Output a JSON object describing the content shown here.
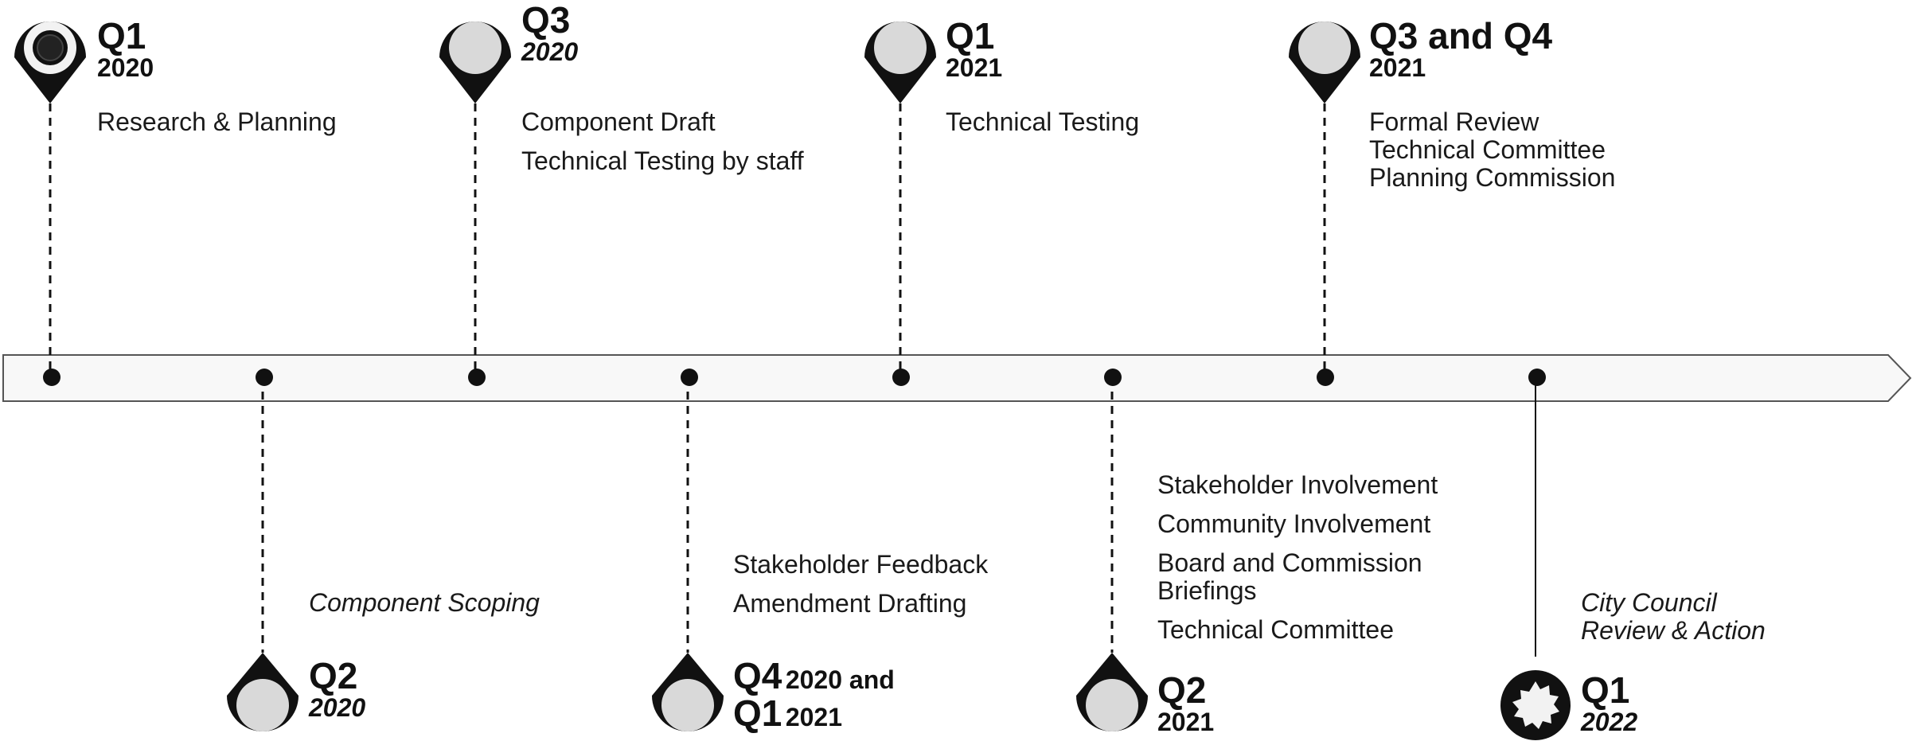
{
  "timeline": {
    "milestones": [
      {
        "id": "q1-2020",
        "quarter": "Q1",
        "year": "2020",
        "year_italic": false,
        "activities": [
          "Research & Planning"
        ],
        "activities_italic": false
      },
      {
        "id": "q2-2020",
        "quarter": "Q2",
        "year": "2020",
        "year_italic": true,
        "activities": [
          "Component Scoping"
        ],
        "activities_italic": true
      },
      {
        "id": "q3-2020",
        "quarter": "Q3",
        "year": "2020",
        "year_italic": true,
        "activities": [
          "Component Draft",
          "Technical Testing by staff"
        ],
        "activities_italic": false
      },
      {
        "id": "q4-2020-q1-2021",
        "quarter": "Q4",
        "quarter_suffix": "2020 and",
        "quarter2": "Q1",
        "year": "2021",
        "activities": [
          "Stakeholder Feedback",
          "Amendment Drafting"
        ],
        "activities_italic": false
      },
      {
        "id": "q1-2021",
        "quarter": "Q1",
        "year": "2021",
        "year_italic": false,
        "activities": [
          "Technical Testing"
        ],
        "activities_italic": false
      },
      {
        "id": "q2-2021",
        "quarter": "Q2",
        "year": "2021",
        "year_italic": false,
        "activities": [
          "Stakeholder Involvement",
          "Community Involvement",
          "Board and Commission Briefings",
          "Technical Committee"
        ],
        "activities_italic": false
      },
      {
        "id": "q3-q4-2021",
        "quarter": "Q3 and Q4",
        "year": "2021",
        "year_italic": false,
        "activities": [
          "Formal Review",
          "Technical Committee",
          "Planning Commission"
        ],
        "activities_italic": false
      },
      {
        "id": "q1-2022",
        "quarter": "Q1",
        "year": "2022",
        "year_italic": true,
        "activities": [
          "City Council",
          "Review & Action"
        ],
        "activities_italic": true
      }
    ]
  },
  "colors": {
    "pin": "#111111",
    "pin_inner": "#d9d9d9",
    "arrow_fill": "#f8f8f8",
    "arrow_stroke": "#555555",
    "dot": "#111111"
  },
  "icons": {
    "pin": "map-pin-icon",
    "active_pin": "target-pin-icon",
    "final_pin": "seal-badge-icon"
  }
}
